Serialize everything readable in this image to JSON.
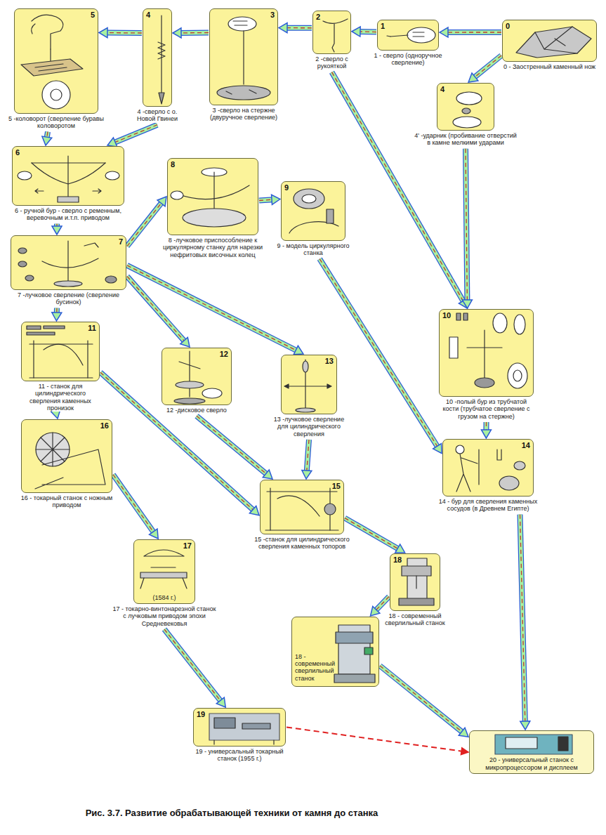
{
  "diagram": {
    "caption": "Рис. 3.7. Развитие обрабатывающей техники от камня до станка",
    "nodes": [
      {
        "text": [
          "5",
          "5 -коловорот (сверление буравы коловоротом"
        ]
      },
      {
        "text": [
          "4",
          "4 -сверло с о. Новой Гвинеи"
        ]
      },
      {
        "text": [
          "3",
          "3 -сверло на стержне (двуручное сверление)"
        ]
      },
      {
        "text": [
          "2",
          "2 -сверло с рукояткой"
        ]
      },
      {
        "text": [
          "1",
          "1 - сверло (одноручное сверление)"
        ]
      },
      {
        "text": [
          "0",
          "0 - Заостренный каменный нож"
        ]
      },
      {
        "text": [
          "4",
          "4' -ударник (пробивание отверстий в камне мелкими ударами"
        ]
      },
      {
        "text": [
          "6",
          "6 - ручной бур - сверло с ременным, веревочным и.т.п. приводом"
        ]
      },
      {
        "text": [
          "8",
          "8 -лучковое приспособление к циркулярному станку для нарезки нефритовых височных колец"
        ]
      },
      {
        "text": [
          "9",
          "9 - модель циркулярного станка"
        ]
      },
      {
        "text": [
          "7",
          "7 -лучковое сверление (сверление бусинок)"
        ]
      },
      {
        "text": [
          "10",
          "10 -полый бур из трубчатой кости (трубчатое сверление с грузом на стержне)"
        ]
      },
      {
        "text": [
          "11",
          "11 - станок для цилиндрического сверления каменных пронизок"
        ]
      },
      {
        "text": [
          "12",
          "12 -дисковое сверло"
        ]
      },
      {
        "text": [
          "13",
          "13 -лучковое сверление для цилиндрического сверления"
        ]
      },
      {
        "text": [
          "14",
          "14 - бур для сверления каменных сосудов (в Древнем Египте)"
        ]
      },
      {
        "text": [
          "16",
          "16 - токарный станок с ножным приводом"
        ]
      },
      {
        "text": [
          "15",
          "15 -станок для цилиндрического сверления каменных топоров"
        ]
      },
      {
        "text": [
          "18",
          "18 - современный сверлильный станок"
        ]
      },
      {
        "text": [
          "17",
          "(1584 г.)",
          "17 - токарно-винтонарезной станок с лучковым приводом эпохи Средневековья"
        ]
      },
      {
        "text": [
          "18 - современный сверлильный станок"
        ]
      },
      {
        "text": [
          "19",
          "19 - универсальный токарный станок (1955 г.)"
        ]
      },
      {
        "text": [
          "20 - универсальный станок с микропроцессором и дисплеем"
        ]
      }
    ],
    "edges": [
      {
        "from": 5,
        "to": 4,
        "arrow": "to"
      },
      {
        "from": 4,
        "to": 3,
        "arrow": "to"
      },
      {
        "from": 3,
        "to": 2,
        "arrow": "to"
      },
      {
        "from": 2,
        "to": 1,
        "arrow": "to"
      },
      {
        "from": 1,
        "to": 0,
        "arrow": "to"
      },
      {
        "from": 5,
        "to": 6,
        "arrow": "to"
      },
      {
        "from": 3,
        "to": 11,
        "arrow": "to"
      },
      {
        "from": 0,
        "to": 7,
        "arrow": "to"
      },
      {
        "from": 1,
        "to": 7,
        "arrow": "to"
      },
      {
        "from": 7,
        "to": 10,
        "arrow": "to"
      },
      {
        "from": 10,
        "to": 8,
        "arrow": "to"
      },
      {
        "from": 8,
        "to": 9,
        "arrow": "to"
      },
      {
        "from": 9,
        "to": 15,
        "arrow": "to"
      },
      {
        "from": 6,
        "to": 11,
        "arrow": "to"
      },
      {
        "from": 11,
        "to": 15,
        "arrow": "to"
      },
      {
        "from": 10,
        "to": 12,
        "arrow": "to"
      },
      {
        "from": 10,
        "to": 13,
        "arrow": "to"
      },
      {
        "from": 10,
        "to": 14,
        "arrow": "to"
      },
      {
        "from": 12,
        "to": 16,
        "arrow": "to"
      },
      {
        "from": 12,
        "to": 17,
        "arrow": "to"
      },
      {
        "from": 13,
        "to": 17,
        "arrow": "to"
      },
      {
        "from": 14,
        "to": 17,
        "arrow": "to"
      },
      {
        "from": 16,
        "to": 19,
        "arrow": "to"
      },
      {
        "from": 17,
        "to": 18,
        "arrow": "to"
      },
      {
        "from": 18,
        "to": 20,
        "arrow": "to"
      },
      {
        "from": 20,
        "to": 22,
        "arrow": "to"
      },
      {
        "from": 15,
        "to": 22,
        "arrow": "to"
      },
      {
        "from": 19,
        "to": 21,
        "arrow": "to"
      },
      {
        "from": 21,
        "to": 22,
        "arrow": "to"
      }
    ]
  }
}
